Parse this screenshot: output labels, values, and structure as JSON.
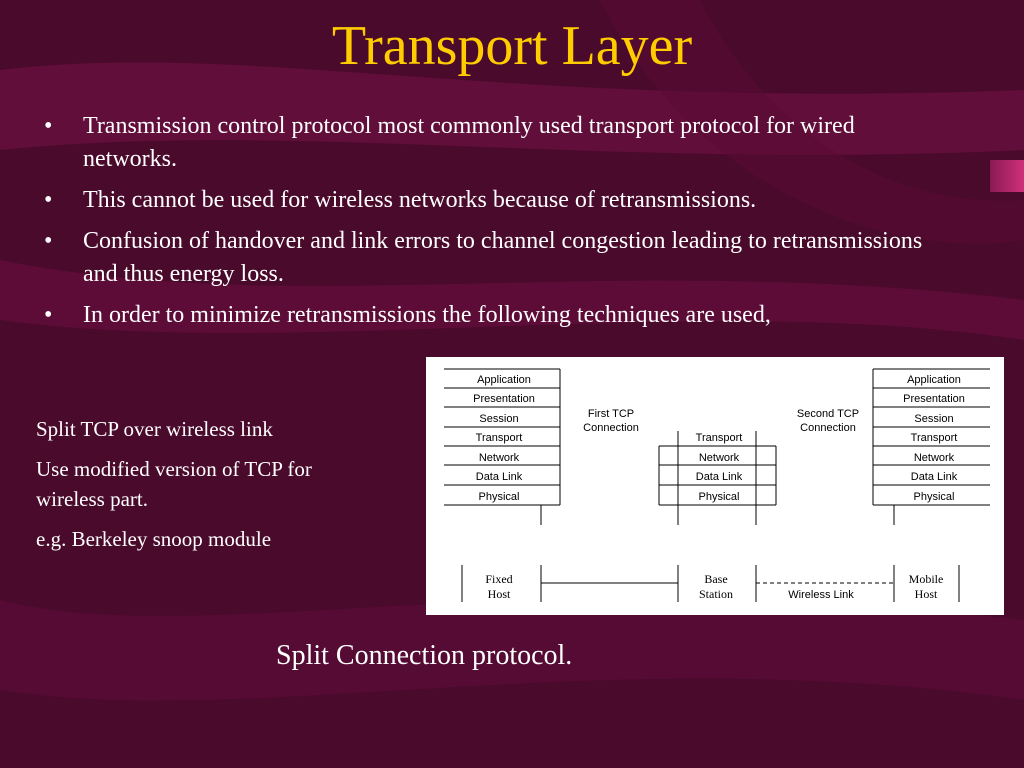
{
  "slide": {
    "title": "Transport Layer",
    "bullets": [
      "Transmission control protocol most commonly used transport protocol for wired networks.",
      "This cannot be used for wireless networks because of retransmissions.",
      "Confusion of handover and link errors to channel congestion leading to retransmissions and thus energy loss.",
      "In order to minimize retransmissions the following techniques are used,"
    ],
    "bullet_symbol": "•",
    "side_notes": [
      "Split TCP over wireless link",
      "Use modified version of TCP for wireless part.",
      "e.g. Berkeley snoop module"
    ],
    "caption": "Split Connection protocol.",
    "colors": {
      "background": "#4a0a2c",
      "title": "#ffcc00",
      "text": "#ffffff"
    }
  },
  "diagram": {
    "left_stack": [
      "Application",
      "Presentation",
      "Session",
      "Transport",
      "Network",
      "Data Link",
      "Physical"
    ],
    "middle_stack": [
      "Transport",
      "Network",
      "Data Link",
      "Physical"
    ],
    "right_stack": [
      "Application",
      "Presentation",
      "Session",
      "Transport",
      "Network",
      "Data Link",
      "Physical"
    ],
    "first_connection": [
      "First TCP",
      "Connection"
    ],
    "second_connection": [
      "Second TCP",
      "Connection"
    ],
    "fixed_host": [
      "Fixed",
      "Host"
    ],
    "base_station": [
      "Base",
      "Station"
    ],
    "mobile_host": [
      "Mobile",
      "Host"
    ],
    "wireless_link": "Wireless Link"
  }
}
